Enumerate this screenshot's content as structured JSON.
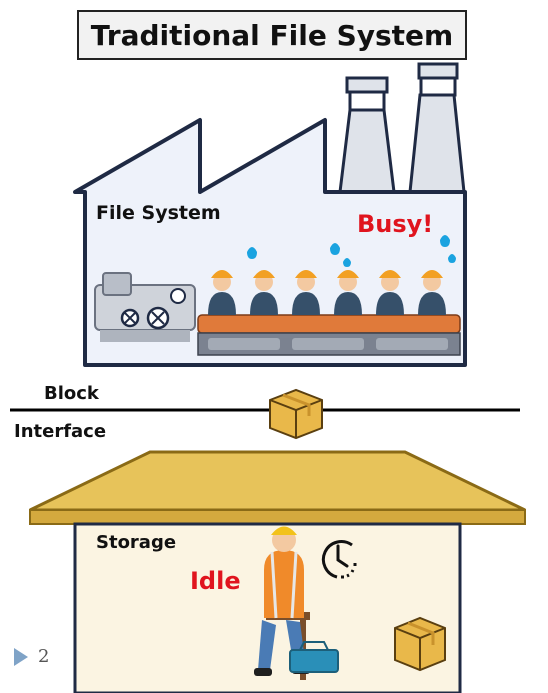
{
  "title": "Traditional File System",
  "factory": {
    "label": "File System",
    "status": "Busy!"
  },
  "interface": {
    "line1": "Block",
    "line2": "Interface"
  },
  "storage": {
    "label": "Storage",
    "status": "Idle"
  },
  "page_number": "2",
  "colors": {
    "factory_fill": "#eef2fa",
    "factory_stroke": "#1f2a44",
    "roof_fill": "#e7c35a",
    "storage_fill": "#fbf4e2",
    "status_red": "#e0141e",
    "box_fill": "#e9b84a"
  }
}
